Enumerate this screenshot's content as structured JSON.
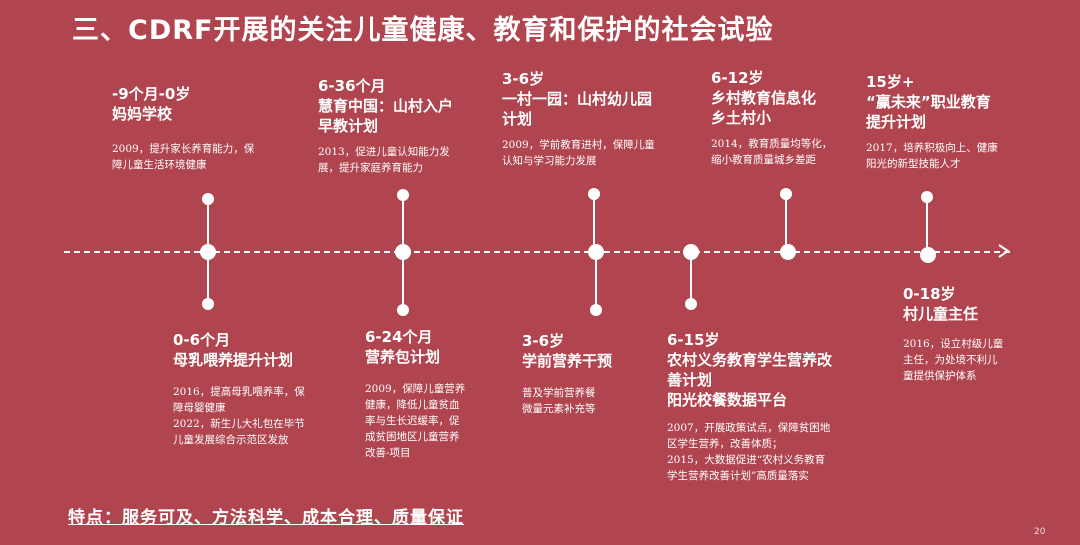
{
  "title": "三、CDRF开展的关注儿童健康、教育和保护的社会试验",
  "top_items": [
    {
      "head": [
        "-9个月-0岁",
        "妈妈学校"
      ],
      "desc": [
        "2009，提升家长养育能力，保",
        "障儿童生活环境健康"
      ]
    },
    {
      "head": [
        "6-36个月",
        "慧育中国：山村入户",
        "早教计划"
      ],
      "desc": [
        "2013，促进儿童认知能力发",
        "展，提升家庭养育能力"
      ]
    },
    {
      "head": [
        "3-6岁",
        "一村一园：山村幼儿园",
        "计划"
      ],
      "desc": [
        "2009，学前教育进村，保障儿童",
        "认知与学习能力发展"
      ]
    },
    {
      "head": [
        "6-12岁",
        "乡村教育信息化",
        "乡土村小"
      ],
      "desc": [
        "2014，教育质量均等化，",
        "缩小教育质量城乡差距"
      ]
    },
    {
      "head": [
        "15岁+",
        "“赢未来”职业教育",
        "提升计划"
      ],
      "desc": [
        "2017，培养积极向上、健康",
        "阳光的新型技能人才"
      ]
    }
  ],
  "bottom_items": [
    {
      "head": [
        "0-6个月",
        "母乳喂养提升计划"
      ],
      "desc": [
        "2016，提高母乳喂养率，保",
        "障母婴健康",
        "2022，新生儿大礼包在毕节",
        "儿童发展综合示范区发放"
      ]
    },
    {
      "head": [
        "6-24个月",
        "营养包计划"
      ],
      "desc": [
        "2009，保障儿童营养",
        "健康，降低儿童贫血",
        "率与生长迟缓率，促",
        "成贫困地区儿童营养",
        "改善-项目"
      ]
    },
    {
      "head": [
        "3-6岁",
        "学前营养干预"
      ],
      "desc": [
        "普及学前营养餐",
        "微量元素补充等"
      ]
    },
    {
      "head": [
        "6-15岁",
        "农村义务教育学生营养改",
        "善计划",
        "阳光校餐数据平台"
      ],
      "desc": [
        "2007，开展政策试点，保障贫困地",
        "区学生营养，改善体质；",
        "2015，大数据促进“农村义务教育",
        "学生营养改善计划”高质量落实"
      ]
    },
    {
      "head": [
        "0-18岁",
        "村儿童主任"
      ],
      "desc": [
        "2016，设立村级儿童",
        "主任，为处境不利儿",
        "童提供保护体系"
      ]
    }
  ],
  "footer": "特点：服务可及、方法科学、成本合理、质量保证",
  "page_number": "20"
}
